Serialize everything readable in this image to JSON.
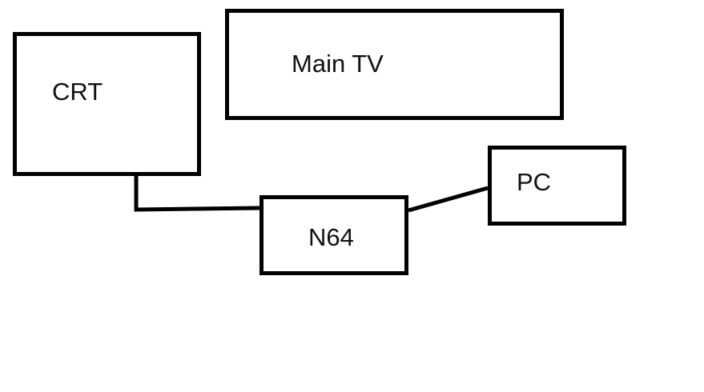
{
  "diagram": {
    "nodes": [
      {
        "id": "crt",
        "label": "CRT"
      },
      {
        "id": "maintv",
        "label": "Main TV"
      },
      {
        "id": "n64",
        "label": "N64"
      },
      {
        "id": "pc",
        "label": "PC"
      }
    ],
    "edges": [
      {
        "from": "crt",
        "to": "n64"
      },
      {
        "from": "n64",
        "to": "pc"
      }
    ],
    "colors": {
      "stroke": "#000000",
      "background": "#ffffff",
      "text": "#111111"
    }
  }
}
